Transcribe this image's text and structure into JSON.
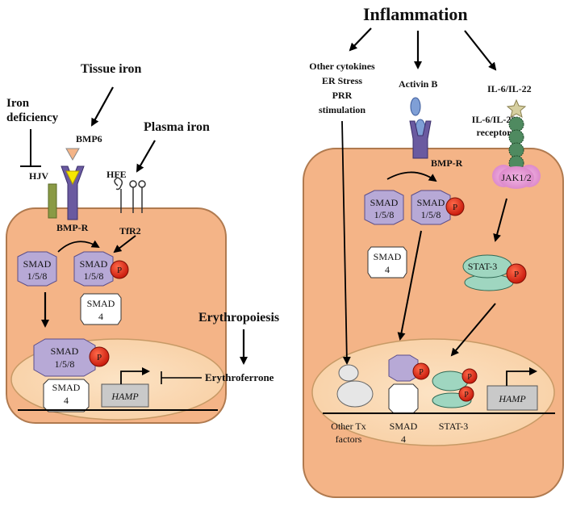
{
  "left": {
    "tissue_iron": "Tissue iron",
    "iron_deficiency_1": "Iron",
    "iron_deficiency_2": "deficiency",
    "bmp6": "BMP6",
    "plasma_iron": "Plasma iron",
    "hjv": "HJV",
    "hfe": "HFE",
    "bmp_r": "BMP-R",
    "tfr2": "TfR2",
    "smad_a_1": "SMAD",
    "smad_a_2": "1/5/8",
    "smad_b_1": "SMAD",
    "smad_b_2": "1/5/8",
    "smad4_1": "SMAD",
    "smad4_2": "4",
    "nuc_smad_1": "SMAD",
    "nuc_smad_2": "1/5/8",
    "nuc_smad4_1": "SMAD",
    "nuc_smad4_2": "4",
    "hamp": "HAMP",
    "p": "P"
  },
  "middle": {
    "erythropoiesis": "Erythropoiesis",
    "erythroferrone": "Erythroferrone"
  },
  "right": {
    "inflammation": "Inflammation",
    "other_1": "Other cytokines",
    "other_2": "ER Stress",
    "other_3": "PRR",
    "other_4": "stimulation",
    "activin": "Activin B",
    "il6": "IL-6/IL-22",
    "receptor_1": "IL-6/IL-22",
    "receptor_2": "receptor",
    "bmp_r": "BMP-R",
    "jak": "JAK1/2",
    "smad_a_1": "SMAD",
    "smad_a_2": "1/5/8",
    "smad_b_1": "SMAD",
    "smad_b_2": "1/5/8",
    "smad4_1": "SMAD",
    "smad4_2": "4",
    "stat3": "STAT-3",
    "hamp": "HAMP",
    "p": "P",
    "bottom_other_1": "Other Tx",
    "bottom_other_2": "factors",
    "bottom_smad_1": "SMAD",
    "bottom_smad_2": "4",
    "bottom_stat": "STAT-3"
  },
  "colors": {
    "cell_fill": "#f4b487",
    "cell_stroke": "#b07a4f",
    "nucleus_fill": "#fbd9b4",
    "smad_fill": "#b7a9d6",
    "phospho_red": "#e02a1a",
    "stat_green": "#9fd6c0",
    "jak_pink": "#e59bd4",
    "hjv_green": "#8a9a45",
    "receptor_purple": "#6a5aa0",
    "activin_blue": "#7f9fd6"
  }
}
